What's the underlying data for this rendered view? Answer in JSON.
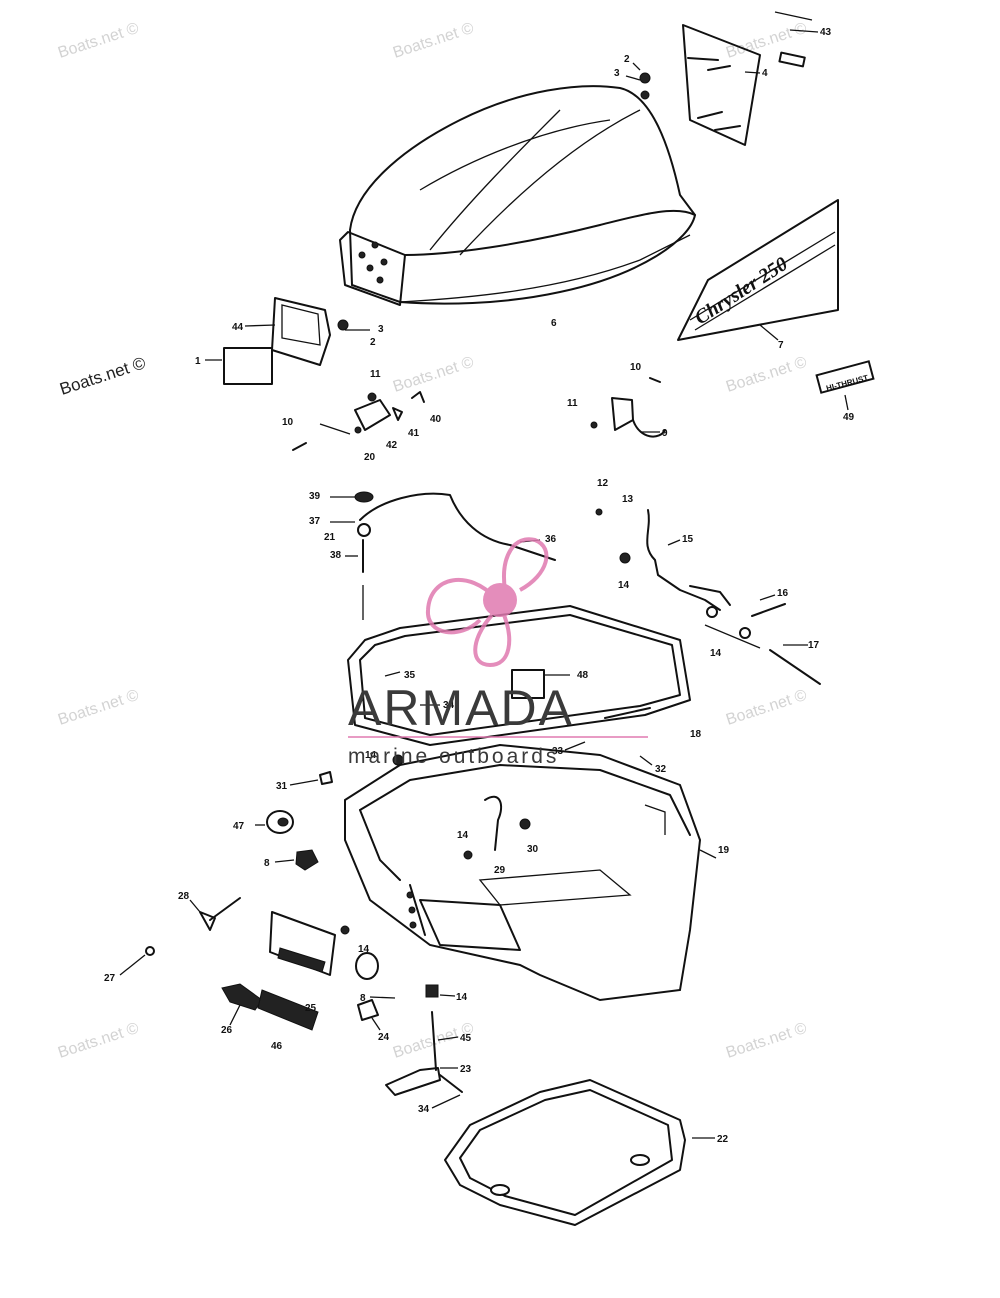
{
  "watermark": {
    "text": "Boats.net ©"
  },
  "logo": {
    "main": "ARMADA",
    "sub": "marine outboards",
    "accent_color": "#e07ab0"
  },
  "decals": {
    "brand": "Chrysler 250",
    "badge": "HI-THRUST"
  },
  "callouts": [
    "1",
    "2",
    "3",
    "4",
    "6",
    "7",
    "8",
    "9",
    "10",
    "11",
    "12",
    "13",
    "14",
    "15",
    "16",
    "17",
    "18",
    "19",
    "20",
    "21",
    "22",
    "23",
    "24",
    "25",
    "26",
    "27",
    "28",
    "29",
    "30",
    "31",
    "32",
    "33",
    "34",
    "35",
    "36",
    "37",
    "38",
    "39",
    "40",
    "41",
    "42",
    "43",
    "44",
    "45",
    "46",
    "47",
    "48",
    "49"
  ]
}
